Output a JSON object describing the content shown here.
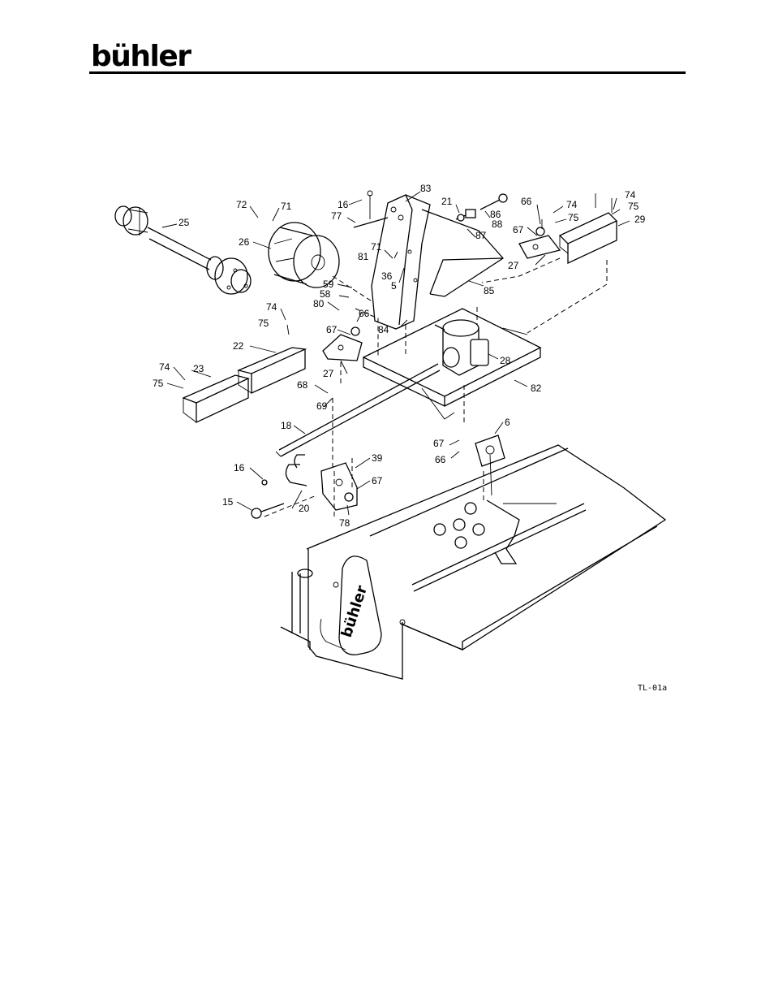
{
  "header": {
    "brand": "bühler"
  },
  "drawing": {
    "code": "TL-01a",
    "labels": [
      {
        "id": "l72",
        "text": "72"
      },
      {
        "id": "l71a",
        "text": "71"
      },
      {
        "id": "l25",
        "text": "25"
      },
      {
        "id": "l26",
        "text": "26"
      },
      {
        "id": "l16a",
        "text": "16"
      },
      {
        "id": "l77",
        "text": "77"
      },
      {
        "id": "l83",
        "text": "83"
      },
      {
        "id": "l21",
        "text": "21"
      },
      {
        "id": "l86",
        "text": "86"
      },
      {
        "id": "l88",
        "text": "88"
      },
      {
        "id": "l87",
        "text": "87"
      },
      {
        "id": "l66a",
        "text": "66"
      },
      {
        "id": "l74a",
        "text": "74"
      },
      {
        "id": "l75a",
        "text": "75"
      },
      {
        "id": "l74b",
        "text": "74"
      },
      {
        "id": "l75b",
        "text": "75"
      },
      {
        "id": "l29",
        "text": "29"
      },
      {
        "id": "l67a",
        "text": "67"
      },
      {
        "id": "l27a",
        "text": "27"
      },
      {
        "id": "l71b",
        "text": "71"
      },
      {
        "id": "l81",
        "text": "81"
      },
      {
        "id": "l36",
        "text": "36"
      },
      {
        "id": "l5",
        "text": "5"
      },
      {
        "id": "l85",
        "text": "85"
      },
      {
        "id": "l59",
        "text": "59"
      },
      {
        "id": "l58",
        "text": "58"
      },
      {
        "id": "l80",
        "text": "80"
      },
      {
        "id": "l66b",
        "text": "66"
      },
      {
        "id": "l74c",
        "text": "74"
      },
      {
        "id": "l75c",
        "text": "75"
      },
      {
        "id": "l84",
        "text": "84"
      },
      {
        "id": "l67b",
        "text": "67"
      },
      {
        "id": "l22",
        "text": "22"
      },
      {
        "id": "l28",
        "text": "28"
      },
      {
        "id": "l27b",
        "text": "27"
      },
      {
        "id": "l74d",
        "text": "74"
      },
      {
        "id": "l23",
        "text": "23"
      },
      {
        "id": "l75d",
        "text": "75"
      },
      {
        "id": "l82",
        "text": "82"
      },
      {
        "id": "l68",
        "text": "68"
      },
      {
        "id": "l69",
        "text": "69"
      },
      {
        "id": "l18",
        "text": "18"
      },
      {
        "id": "l6",
        "text": "6"
      },
      {
        "id": "l67c",
        "text": "67"
      },
      {
        "id": "l66c",
        "text": "66"
      },
      {
        "id": "l39",
        "text": "39"
      },
      {
        "id": "l16b",
        "text": "16"
      },
      {
        "id": "l67d",
        "text": "67"
      },
      {
        "id": "l15",
        "text": "15"
      },
      {
        "id": "l20",
        "text": "20"
      },
      {
        "id": "l78",
        "text": "78"
      }
    ],
    "decal": "bühler"
  }
}
